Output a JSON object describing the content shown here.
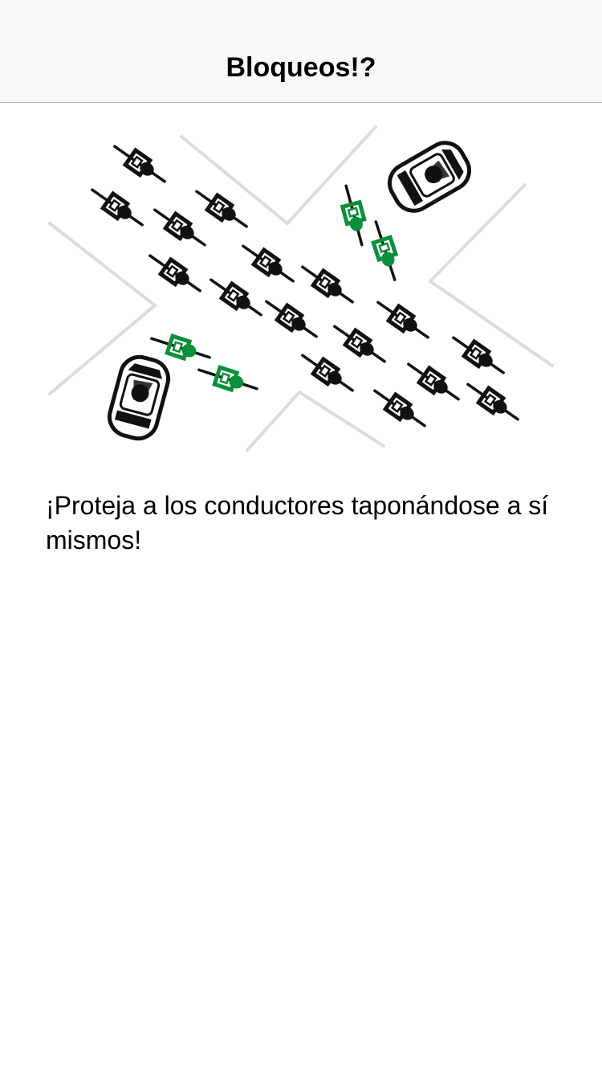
{
  "nav": {
    "title": "Bloqueos!?"
  },
  "illustration": {
    "subject": "cyclists-blocking-intersection-illustration",
    "colors": {
      "ink": "#111111",
      "accent": "#0a8f3a",
      "road": "#dddddd"
    }
  },
  "content": {
    "message": "¡Proteja a los conductores taponándose a sí mismos!"
  }
}
